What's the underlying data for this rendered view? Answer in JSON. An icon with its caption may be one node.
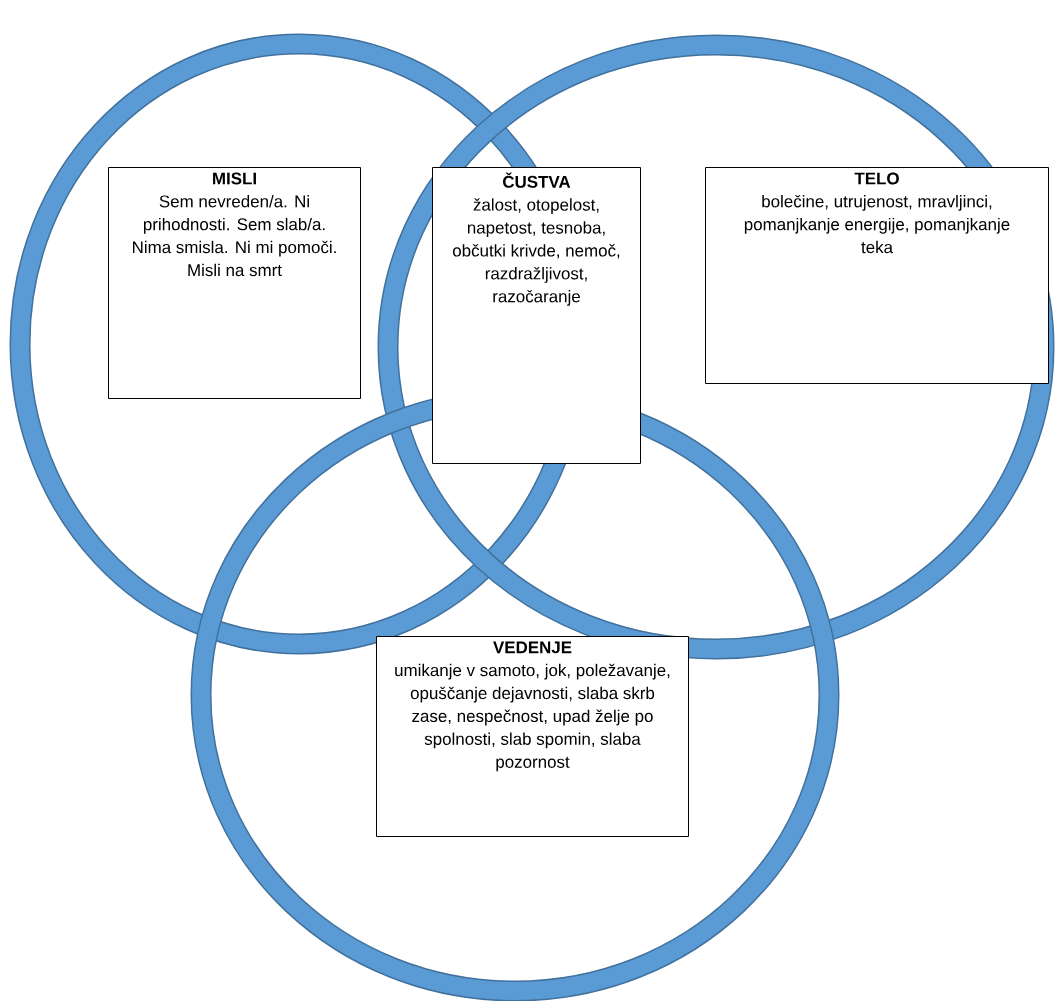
{
  "diagram": {
    "nodes": [
      {
        "text": [
          "MISLI",
          "Sem nevreden/a. Ni prihodnosti. Sem slab/a. Nima smisla. Ni mi pomoči. Misli na smrt"
        ]
      },
      {
        "text": [
          "ČUSTVA",
          "žalost, otopelost, napetost, tesnoba, občutki krivde, nemoč, razdražljivost, razočaranje"
        ]
      },
      {
        "text": [
          "TELO",
          "bolečine, utrujenost, mravljinci, pomanjkanje energije, pomanjkanje teka"
        ]
      },
      {
        "text": [
          "VEDENJE",
          "umikanje v samoto, jok, poležavanje, opuščanje dejavnosti, slaba skrb zase, nespečnost,  upad želje po spolnosti, slab spomin, slaba pozornost"
        ]
      }
    ]
  }
}
